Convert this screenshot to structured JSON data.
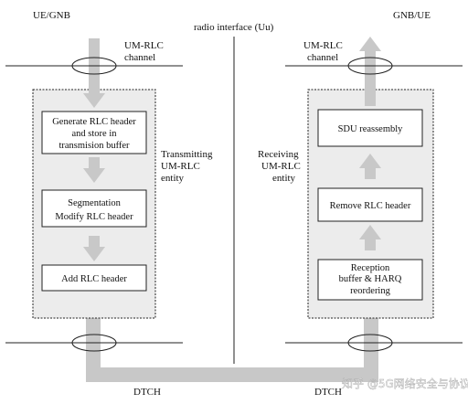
{
  "title_left": "UE/GNB",
  "title_right": "GNB/UE",
  "center_label": "radio interface (Uu)",
  "channel_left": [
    "UM-RLC",
    "channel"
  ],
  "channel_right": [
    "UM-RLC",
    "channel"
  ],
  "entity_left": [
    "Transmitting",
    "UM-RLC",
    "entity"
  ],
  "entity_right": [
    "Receiving",
    "UM-RLC",
    "entity"
  ],
  "tx_boxes": [
    [
      "Generate RLC header",
      "and store in",
      "transmision buffer"
    ],
    [
      "Segmentation",
      "Modify RLC header"
    ],
    [
      "Add RLC header"
    ]
  ],
  "rx_boxes": [
    [
      "SDU reassembly"
    ],
    [
      "Remove RLC header"
    ],
    [
      "Reception",
      "buffer & HARQ",
      "reordering"
    ]
  ],
  "dtch_left": "DTCH",
  "dtch_right": "DTCH",
  "watermark": "知乎 @5G网络安全与协议",
  "colors": {
    "arrow": "#c8c8c8",
    "panel": "#ececec",
    "line": "#222222"
  }
}
